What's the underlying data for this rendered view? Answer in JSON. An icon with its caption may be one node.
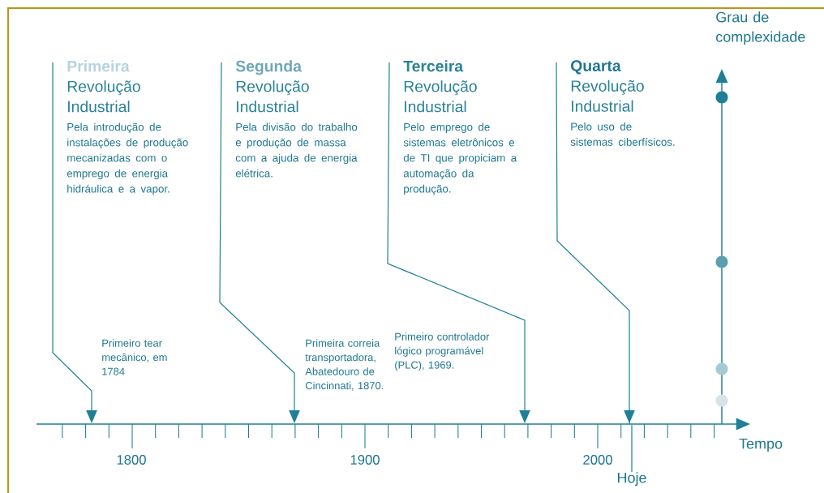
{
  "diagram": {
    "nodes": [
      {
        "text": [
          "Primeira",
          "Revolução Industrial",
          "Pela introdução de instalações de produção mecanizadas com o emprego de energia hidráulica e a vapor."
        ]
      },
      {
        "text": [
          "Segunda",
          "Revolução Industrial",
          "Pela divisão do trabalho e produção de massa com a ajuda de energia elétrica."
        ]
      },
      {
        "text": [
          "Terceira",
          "Revolução Industrial",
          "Pelo emprego de sistemas eletrônicos e de TI que propiciam a automação da produção."
        ]
      },
      {
        "text": [
          "Quarta",
          "Revolução Industrial",
          "Pelo uso de sistemas ciberfísicos."
        ]
      },
      {
        "text": [],
        "shape": "line"
      },
      {
        "text": [
          "Hoje"
        ]
      }
    ],
    "edges": [
      {
        "from": 0,
        "to": 4,
        "arrow": "to"
      },
      {
        "from": 1,
        "to": 4,
        "arrow": "to"
      },
      {
        "from": 2,
        "to": 4,
        "arrow": "to"
      },
      {
        "from": 3,
        "to": 4,
        "arrow": "to"
      },
      {
        "from": 4,
        "to": 5,
        "arrow": "none"
      }
    ],
    "labels": [
      "Grau de complexidade",
      "Primeiro tear mecânico, em 1784",
      "Primeira correia transportadora, Abatedouro de Cincinnati, 1870.",
      "Primeiro controlador lógico programável (PLC), 1969.",
      "1800",
      "1900",
      "2000",
      "Tempo"
    ]
  }
}
